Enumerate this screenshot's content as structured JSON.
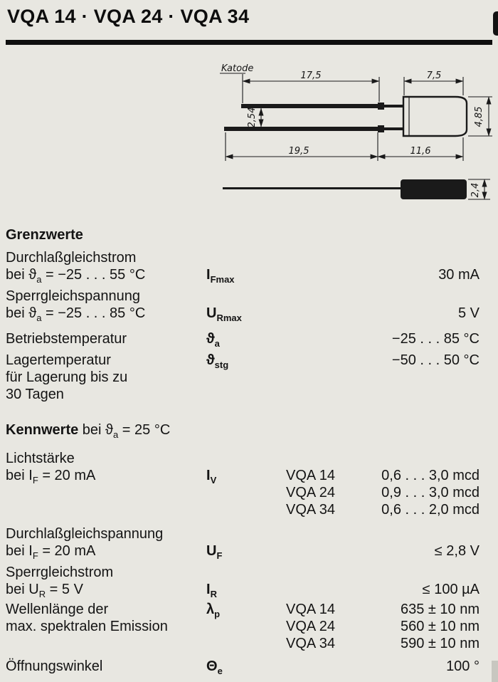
{
  "page": {
    "title": "VQA 14 · VQA 24 · VQA 34"
  },
  "drawing": {
    "katode": "Katode",
    "dim_lead1": "17,5",
    "dim_body_top": "7,5",
    "dim_pitch": "2,54",
    "dim_body_width": "4,85",
    "dim_lead2": "19,5",
    "dim_body_len": "11,6",
    "dim_body_thick": "2,4"
  },
  "grenzwerte": {
    "heading": "Grenzwerte",
    "r1": {
      "name": "Durchlaßgleichstrom",
      "cond_pre": "bei ϑ",
      "cond_sub": "a",
      "cond_post": " = −25 . . . 55 °C",
      "sym": "I",
      "sym_sub": "Fmax",
      "value": "30 mA"
    },
    "r2": {
      "name": "Sperrgleichspannung",
      "cond_pre": "bei ϑ",
      "cond_sub": "a",
      "cond_post": " = −25 . . . 85 °C",
      "sym": "U",
      "sym_sub": "Rmax",
      "value": "5 V"
    },
    "r3": {
      "name": "Betriebstemperatur",
      "sym": "ϑ",
      "sym_sub": "a",
      "value": "−25 . . . 85 °C"
    },
    "r4": {
      "name": "Lagertemperatur",
      "name2": "für Lagerung bis zu",
      "name3": "30 Tagen",
      "sym": "ϑ",
      "sym_sub": "stg",
      "value": "−50 . . . 50 °C"
    }
  },
  "kennwerte": {
    "heading_bold": "Kennwerte",
    "heading_pre": " bei ϑ",
    "heading_sub": "a",
    "heading_post": " = 25 °C",
    "r1": {
      "name": "Lichtstärke",
      "cond_pre": "bei I",
      "cond_sub": "F",
      "cond_post": " = 20 mA",
      "sym": "I",
      "sym_sub": "V",
      "v1_type": "VQA 14",
      "v1_value": "0,6 . . . 3,0 mcd",
      "v2_type": "VQA 24",
      "v2_value": "0,9 . . . 3,0 mcd",
      "v3_type": "VQA 34",
      "v3_value": "0,6 . . . 2,0 mcd"
    },
    "r2": {
      "name": "Durchlaßgleichspannung",
      "cond_pre": "bei I",
      "cond_sub": "F",
      "cond_post": " = 20 mA",
      "sym": "U",
      "sym_sub": "F",
      "value": "≤ 2,8 V"
    },
    "r3": {
      "name": "Sperrgleichstrom",
      "cond_pre": "bei U",
      "cond_sub": "R",
      "cond_post": " = 5 V",
      "sym": "I",
      "sym_sub": "R",
      "value": "≤ 100 µA"
    },
    "r4": {
      "name": "Wellenlänge der",
      "name2": "max. spektralen Emission",
      "sym": "λ",
      "sym_sub": "p",
      "v1_type": "VQA 14",
      "v1_value": "635 ± 10 nm",
      "v2_type": "VQA 24",
      "v2_value": "560 ± 10 nm",
      "v3_type": "VQA 34",
      "v3_value": "590 ± 10 nm"
    },
    "r5": {
      "name": "Öffnungswinkel",
      "sym": "Θ",
      "sym_sub": "e",
      "value": "100 °"
    }
  }
}
